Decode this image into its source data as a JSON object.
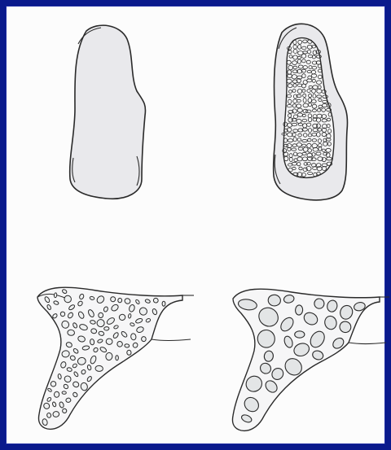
{
  "figure": {
    "panels": [
      {
        "id": "top-left",
        "description_icon": "dense-bone-section-icon"
      },
      {
        "id": "top-right",
        "description_icon": "spongy-core-bone-section-icon"
      },
      {
        "id": "bottom-left",
        "description_icon": "fine-trabecular-bone-icon"
      },
      {
        "id": "bottom-right",
        "description_icon": "coarse-trabecular-bone-icon"
      }
    ],
    "colors": {
      "border": "#0a1a8c",
      "paper": "#fcfcfc",
      "fill": "#e9e9ec",
      "ink": "#2a2a2a"
    }
  }
}
